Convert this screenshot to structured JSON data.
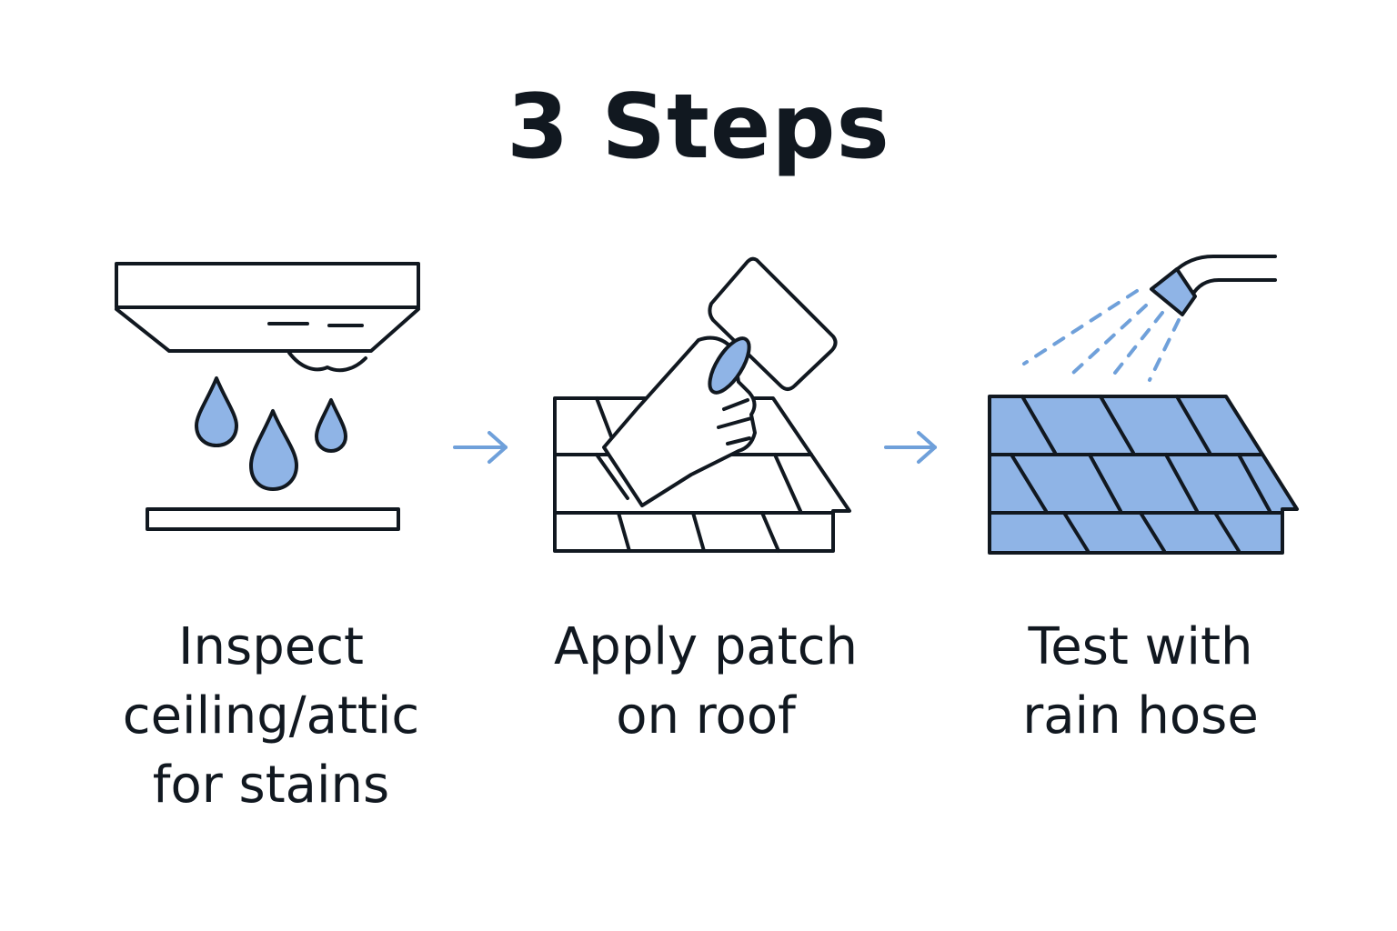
{
  "title": "3 Steps",
  "colors": {
    "accent": "#8fb4e6",
    "ink": "#111820",
    "arrow": "#6fa0da"
  },
  "steps": [
    {
      "icon": "ceiling-leak-icon",
      "lines": [
        "Inspect",
        "ceiling/attic",
        "for stains"
      ]
    },
    {
      "icon": "roof-patch-icon",
      "lines": [
        "Apply patch",
        "on roof"
      ]
    },
    {
      "icon": "hose-roof-icon",
      "lines": [
        "Test with",
        "rain hose"
      ]
    }
  ]
}
